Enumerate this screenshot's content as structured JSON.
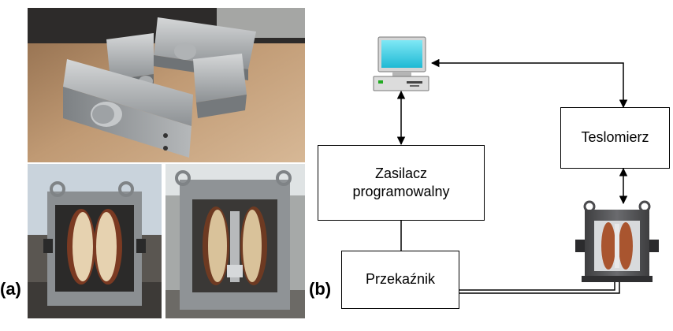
{
  "panels": {
    "a_label": "(a)",
    "b_label": "(b)"
  },
  "diagram": {
    "power_supply": "Zasilacz programowalny",
    "relay": "Przekaźnik",
    "teslameter": "Teslomierz"
  },
  "icons": [
    "computer-icon",
    "electromagnet-device"
  ]
}
